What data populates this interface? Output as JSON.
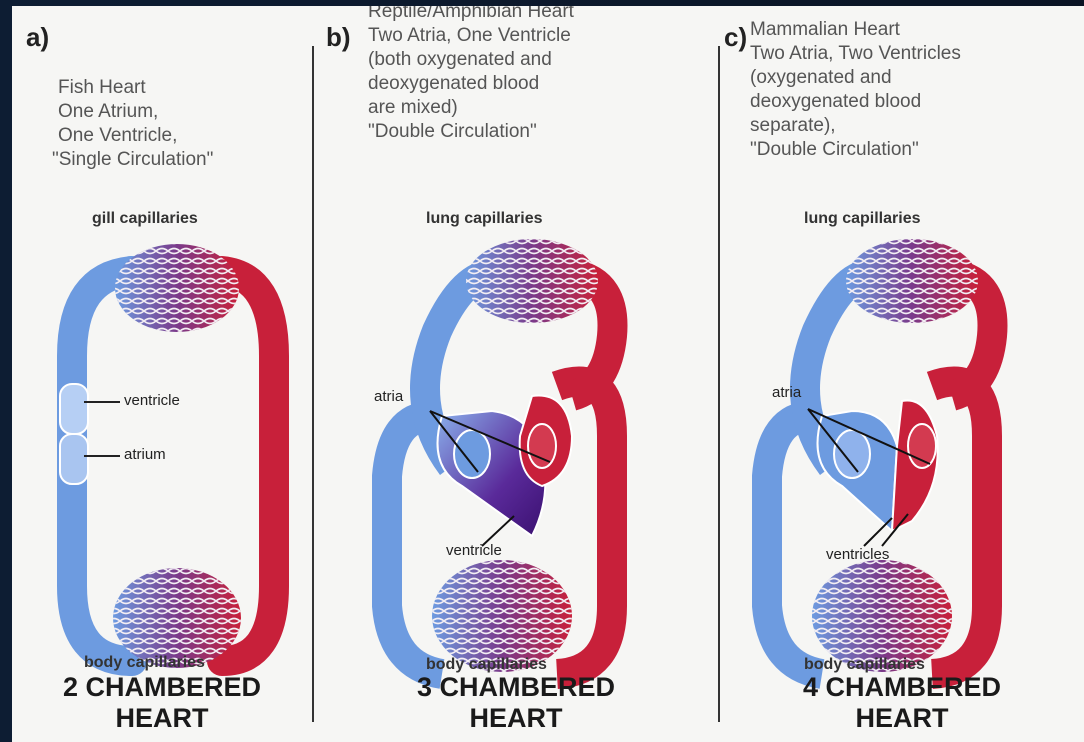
{
  "panels": [
    {
      "letter": "a)",
      "desc": [
        "Fish Heart",
        "One Atrium,",
        "One Ventricle,",
        "\"Single Circulation\""
      ],
      "capillaries_top": "gill capillaries",
      "capillaries_bottom": "body capillaries",
      "parts": [
        "ventricle",
        "atrium"
      ],
      "title_line1": "2 CHAMBERED",
      "title_line2": "HEART"
    },
    {
      "letter": "b)",
      "desc": [
        "Reptile/Amphibian Heart",
        "Two Atria, One Ventricle",
        "(both oxygenated and",
        "deoxygenated blood",
        "are mixed)",
        "\"Double Circulation\""
      ],
      "capillaries_top": "lung capillaries",
      "capillaries_bottom": "body capillaries",
      "parts": [
        "atria",
        "ventricle"
      ],
      "title_line1": "3 CHAMBERED",
      "title_line2": "HEART"
    },
    {
      "letter": "c)",
      "desc": [
        "Mammalian Heart",
        "Two Atria, Two Ventricles",
        "(oxygenated and",
        "deoxygenated blood",
        "separate),",
        "\"Double Circulation\""
      ],
      "capillaries_top": "lung capillaries",
      "capillaries_bottom": "body capillaries",
      "parts": [
        "atria",
        "ventricles"
      ],
      "title_line1": "4 CHAMBERED",
      "title_line2": "HEART"
    }
  ],
  "colors": {
    "oxygenated": "#c8203a",
    "deoxygenated": "#5b8fd8",
    "mixed": "#5a2a9a"
  }
}
